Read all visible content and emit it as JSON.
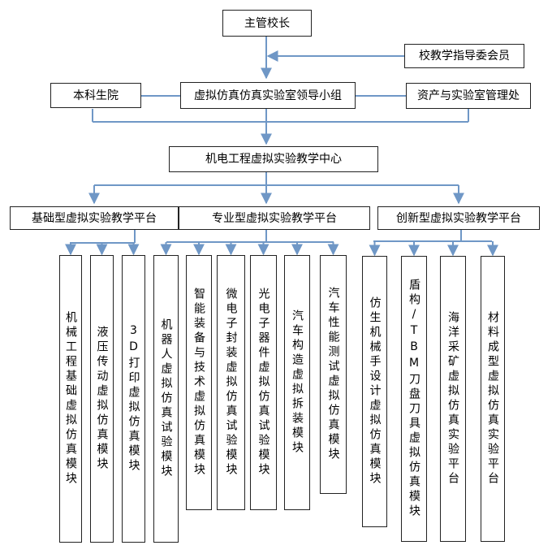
{
  "colors": {
    "connector": "#6f97c6",
    "box_border": "#222222",
    "text": "#000000"
  },
  "top": {
    "supervisor": "主管校长",
    "committee": "校教学指导委会员",
    "leadership_group": "虚拟仿真仿真实验室领导小组",
    "undergrad_college": "本科生院",
    "asset_lab_office": "资产与实验室管理处"
  },
  "center": "机电工程虚拟实验教学中心",
  "platforms": [
    {
      "label": "基础型虚拟实验教学平台",
      "modules": [
        "机械工程基础虚拟仿真模块",
        "液压传动虚拟仿真模块",
        "3D打印虚拟仿真模块"
      ]
    },
    {
      "label": "专业型虚拟实验教学平台",
      "modules": [
        "机器人虚拟仿真试验模块",
        "智能装备与技术虚拟仿真模块",
        "微电子封装虚拟仿真试验模块",
        "光电子器件虚拟仿真试验模块",
        "汽车构造虚拟拆装模块",
        "汽车性能测试虚拟仿真模块"
      ]
    },
    {
      "label": "创新型虚拟实验教学平台",
      "modules": [
        "仿生机械手设计虚拟仿真模块",
        "盾构/TBM刀盘刀具虚拟仿真模块",
        "海洋采矿虚拟仿真实验平台",
        "材料成型虚拟仿真实验平台"
      ]
    }
  ]
}
